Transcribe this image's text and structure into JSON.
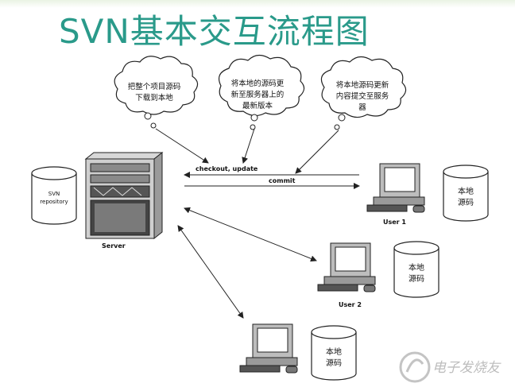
{
  "title": "SVN基本交互流程图",
  "clouds": {
    "checkout_desc": [
      "把整个项目源码",
      "下载到本地"
    ],
    "update_desc": [
      "将本地的源码更",
      "新至服务器上的",
      "最新版本"
    ],
    "commit_desc": [
      "将本地源码更新",
      "内容提交至服务",
      "器"
    ]
  },
  "arrows": {
    "checkout_update": "checkout, update",
    "commit": "commit"
  },
  "server": {
    "label": "Server",
    "repository_label": [
      "SVN",
      "repository"
    ]
  },
  "clients": [
    {
      "user_label": "User 1",
      "local_copy": [
        "本地",
        "源码"
      ]
    },
    {
      "user_label": "User 2",
      "local_copy": [
        "本地",
        "源码"
      ]
    },
    {
      "user_label": "",
      "local_copy": [
        "本地",
        "源码"
      ]
    }
  ],
  "watermark": "电子发烧友",
  "colors": {
    "title": "#2a9a8a",
    "line": "#222222"
  }
}
